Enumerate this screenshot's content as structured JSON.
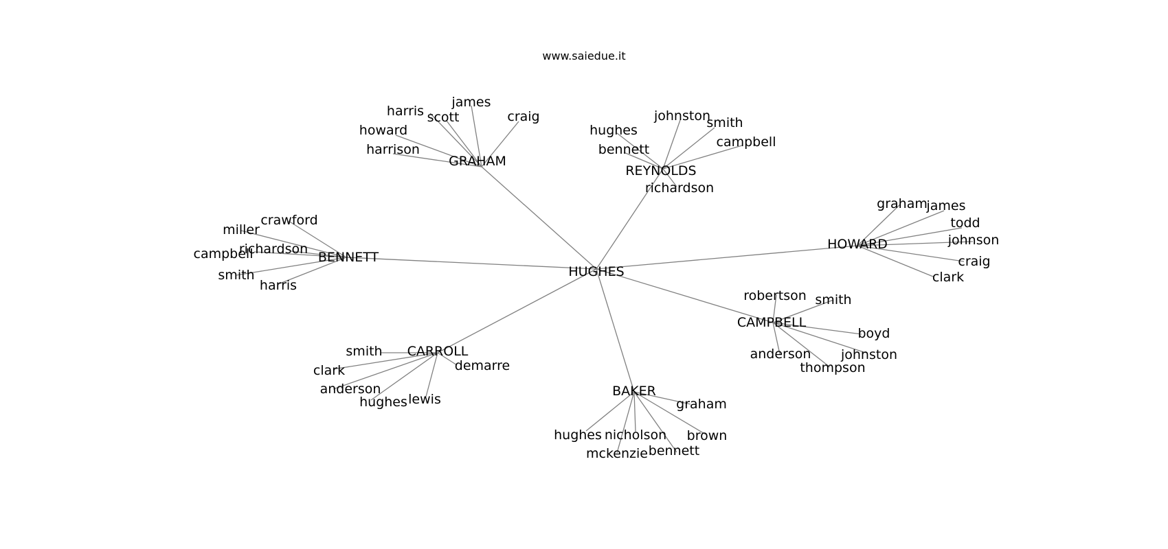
{
  "header": {
    "site": "www.saiedue.it"
  },
  "tree": {
    "root": "HUGHES",
    "branches": [
      {
        "name": "GRAHAM",
        "children": [
          "james",
          "harris",
          "scott",
          "craig",
          "howard",
          "harrison"
        ]
      },
      {
        "name": "REYNOLDS",
        "children": [
          "johnston",
          "smith",
          "hughes",
          "campbell",
          "bennett",
          "richardson"
        ]
      },
      {
        "name": "HOWARD",
        "children": [
          "graham",
          "james",
          "todd",
          "johnson",
          "craig",
          "clark"
        ]
      },
      {
        "name": "BENNETT",
        "children": [
          "crawford",
          "miller",
          "richardson",
          "campbell",
          "smith",
          "harris"
        ]
      },
      {
        "name": "CAMPBELL",
        "children": [
          "robertson",
          "smith",
          "boyd",
          "johnston",
          "anderson",
          "thompson"
        ]
      },
      {
        "name": "CARROLL",
        "children": [
          "smith",
          "demarre",
          "clark",
          "anderson",
          "lewis",
          "hughes"
        ]
      },
      {
        "name": "BAKER",
        "children": [
          "graham",
          "hughes",
          "nicholson",
          "brown",
          "mckenzie",
          "bennett"
        ]
      }
    ]
  }
}
